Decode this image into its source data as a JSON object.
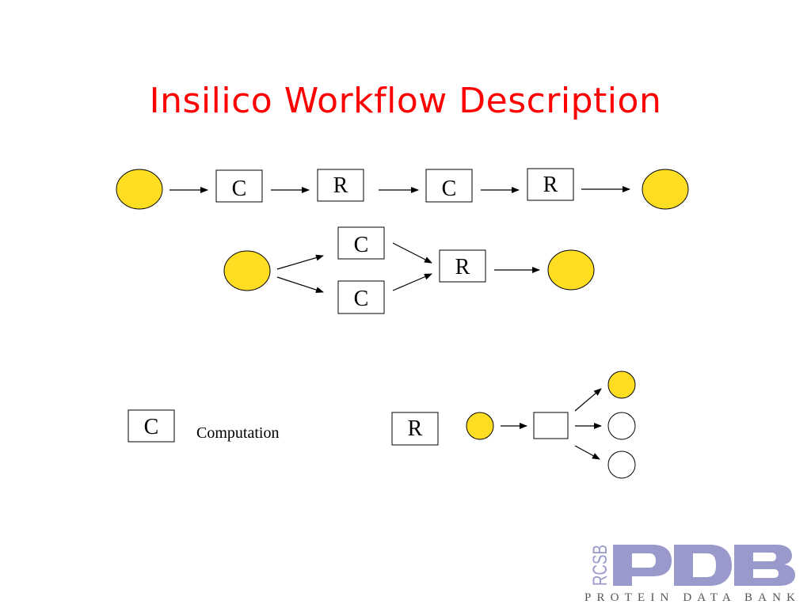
{
  "title": "Insilico Workflow Description",
  "colors": {
    "title": "#ff0000",
    "data_node": "#ffdd22",
    "logo": "#9999cc"
  },
  "row1": [
    "C",
    "R",
    "C",
    "R"
  ],
  "row2": {
    "top": "C",
    "bottom": "C",
    "merge": "R"
  },
  "legend": {
    "computation_box": "C",
    "computation_label": "Computation",
    "r_box": "R"
  },
  "logo": {
    "letters": "PDB",
    "side": "RCSB",
    "subtitle": "PROTEIN DATA BANK"
  }
}
